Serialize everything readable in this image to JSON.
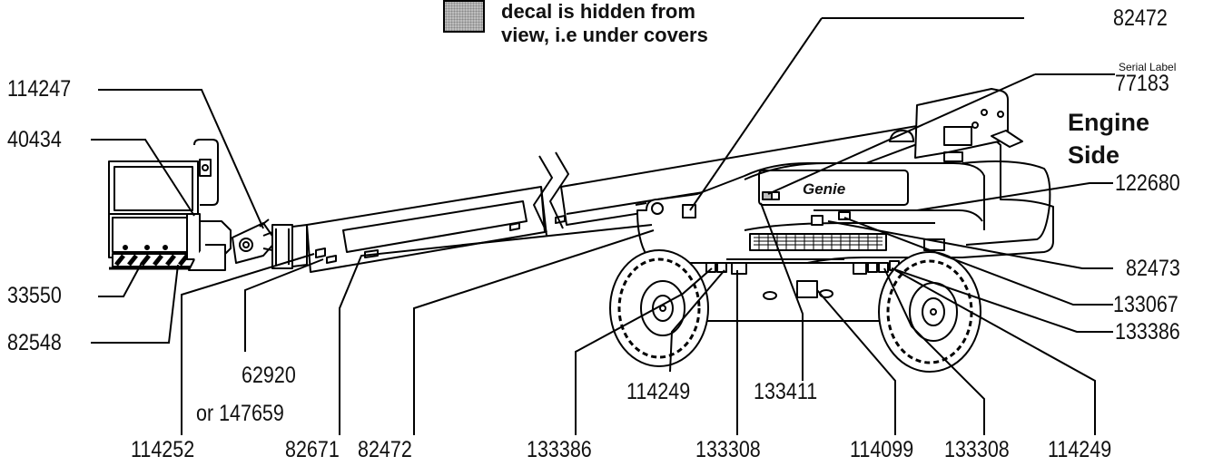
{
  "legend": {
    "line1": "decal is hidden from",
    "line2": "view, i.e under covers",
    "swatch_color": "#bdbdbd"
  },
  "side_title": {
    "line1": "Engine",
    "line2": "Side"
  },
  "serial": {
    "caption": "Serial Label",
    "number": "77183"
  },
  "logo": "Genie",
  "labels": {
    "top_82472": "82472",
    "l_114247": "114247",
    "l_40434": "40434",
    "l_33550": "33550",
    "l_82548": "82548",
    "r_122680": "122680",
    "r_82473": "82473",
    "r_133067": "133067",
    "r_133386": "133386",
    "b_62920": "62920",
    "b_or147659": "or 147659",
    "b_114252": "114252",
    "b_82671": "82671",
    "b_82472": "82472",
    "b_133386": "133386",
    "b_133308a": "133308",
    "b_114099": "114099",
    "b_133308b": "133308",
    "b_114249a": "114249",
    "b_114249b": "114249",
    "b_133411": "133411"
  }
}
